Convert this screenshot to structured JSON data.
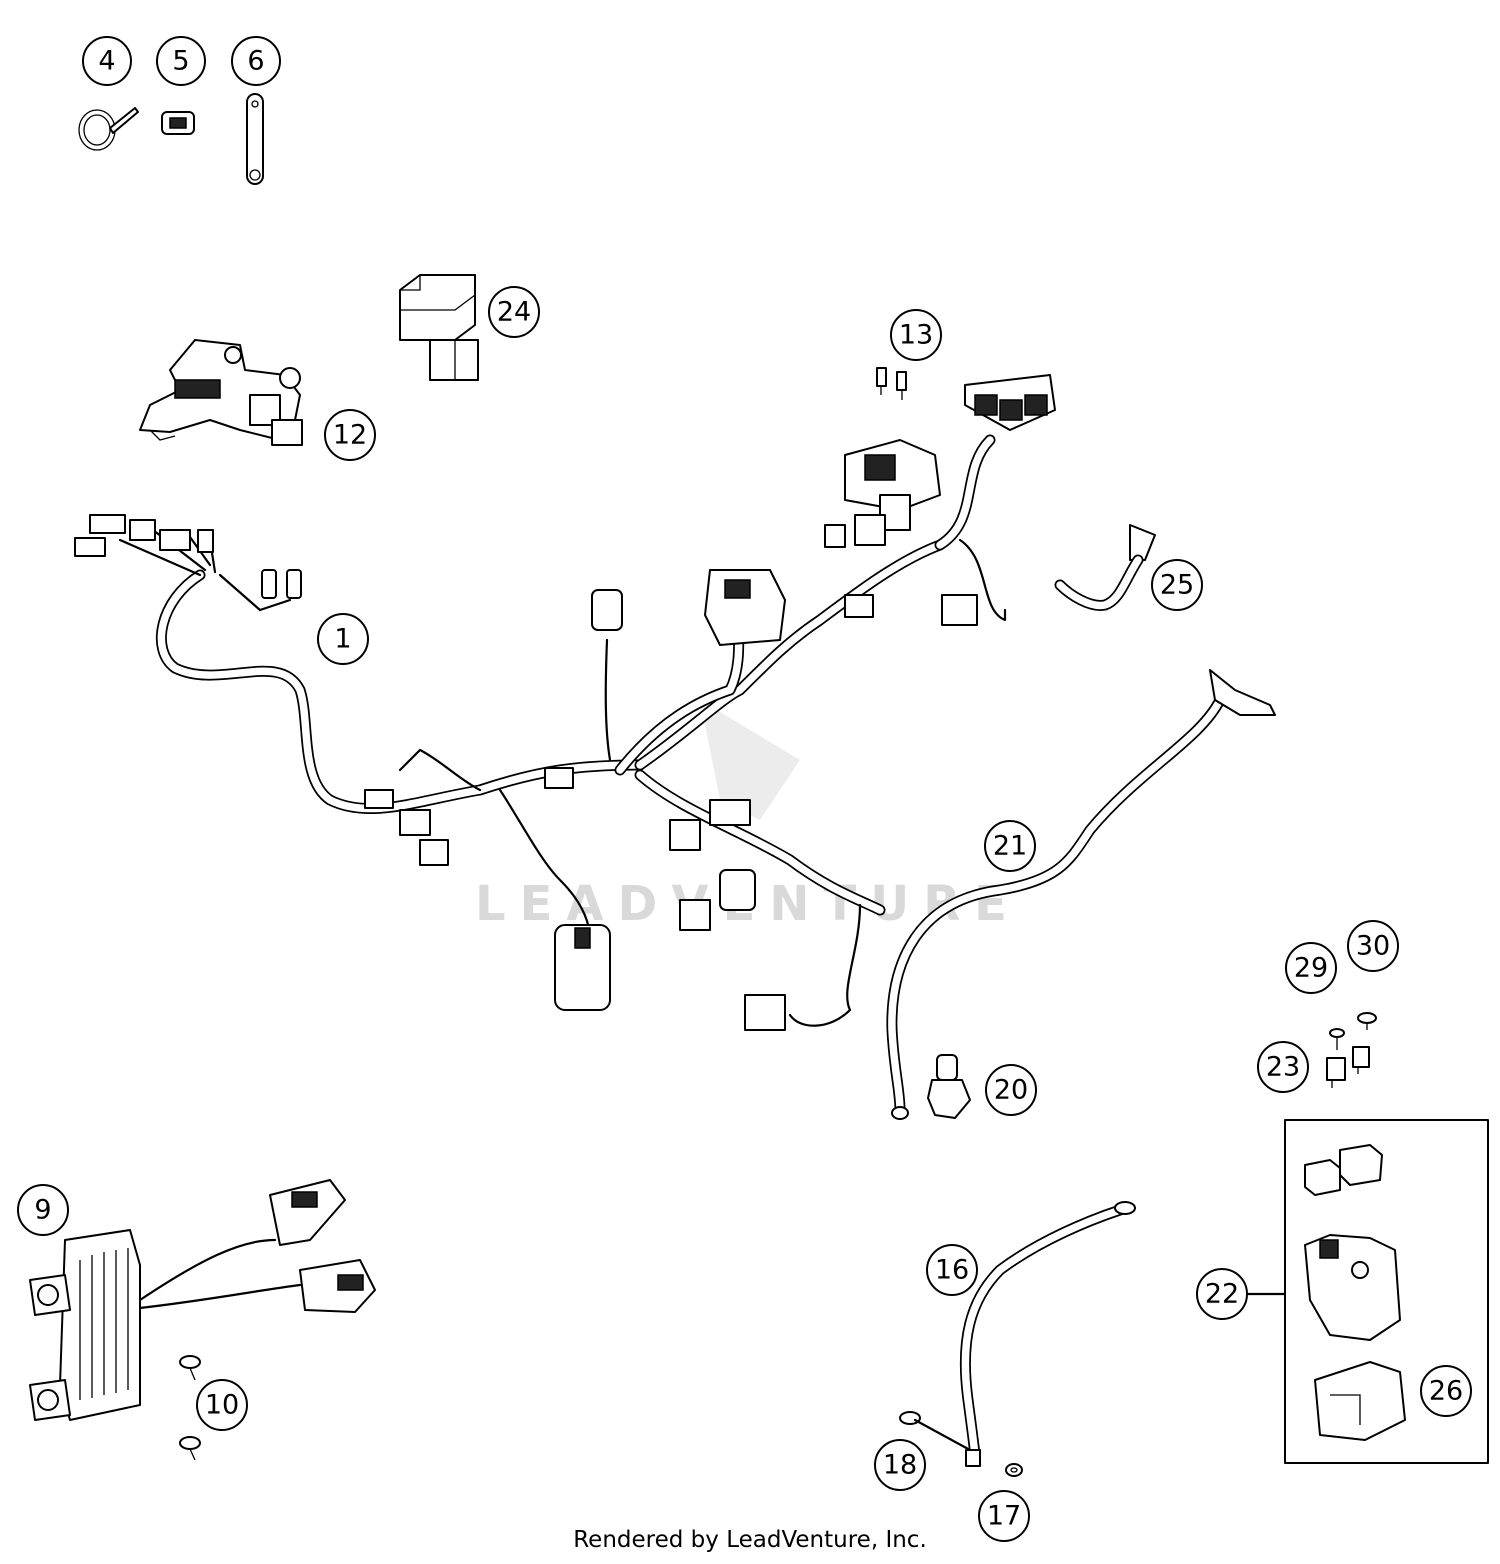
{
  "watermark": "LEADVENTURE",
  "footer": "Rendered by LeadVenture, Inc.",
  "callouts": [
    {
      "id": "c4",
      "label": "4"
    },
    {
      "id": "c5",
      "label": "5"
    },
    {
      "id": "c6",
      "label": "6"
    },
    {
      "id": "c24",
      "label": "24"
    },
    {
      "id": "c13",
      "label": "13"
    },
    {
      "id": "c12",
      "label": "12"
    },
    {
      "id": "c1",
      "label": "1"
    },
    {
      "id": "c25",
      "label": "25"
    },
    {
      "id": "c21",
      "label": "21"
    },
    {
      "id": "c30",
      "label": "30"
    },
    {
      "id": "c29",
      "label": "29"
    },
    {
      "id": "c23",
      "label": "23"
    },
    {
      "id": "c20",
      "label": "20"
    },
    {
      "id": "c9",
      "label": "9"
    },
    {
      "id": "c10",
      "label": "10"
    },
    {
      "id": "c16",
      "label": "16"
    },
    {
      "id": "c22",
      "label": "22"
    },
    {
      "id": "c26",
      "label": "26"
    },
    {
      "id": "c18",
      "label": "18"
    },
    {
      "id": "c17",
      "label": "17"
    }
  ]
}
